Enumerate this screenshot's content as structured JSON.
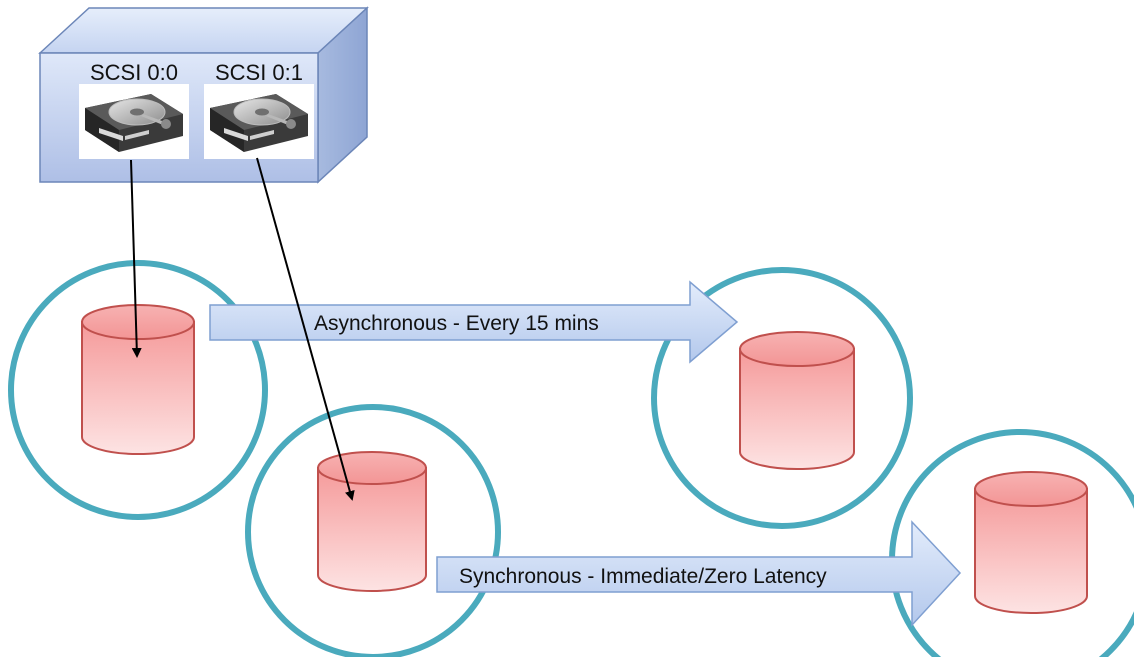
{
  "diagram": {
    "disks": [
      {
        "label": "SCSI 0:0",
        "icon": "hard-drive-icon"
      },
      {
        "label": "SCSI 0:1",
        "icon": "hard-drive-icon"
      }
    ],
    "replication": {
      "async_label": "Asynchronous -  Every 15 mins",
      "sync_label": "Synchronous -  Immediate/Zero Latency"
    },
    "colors": {
      "enclosure_fill": "#c5d6f2",
      "enclosure_stroke": "#6c86b8",
      "circle_stroke": "#4aaabd",
      "cylinder_fill": "#f5a9a9",
      "cylinder_stroke": "#c0504d",
      "arrow_fill": "#c8d8f3",
      "arrow_stroke": "#7f9fd1",
      "connector": "#000000"
    }
  }
}
